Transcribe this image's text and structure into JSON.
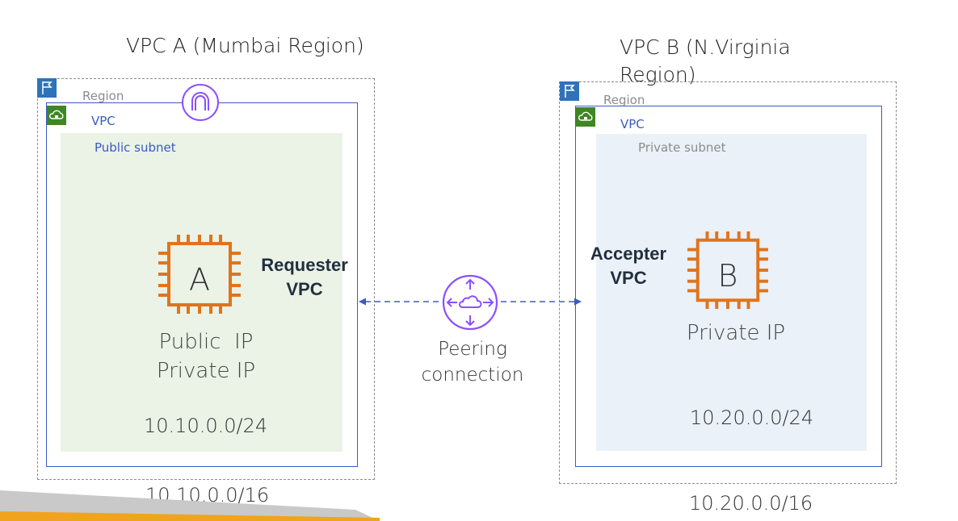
{
  "vpc_a": {
    "title": "VPC A (Mumbai Region)",
    "region_label": "Region",
    "vpc_label": "VPC",
    "subnet_label": "Public subnet",
    "instance_letter": "A",
    "role_line1": "Requester",
    "role_line2": "VPC",
    "ip_line1": "Public  IP",
    "ip_line2": "Private IP",
    "subnet_cidr": "10.10.0.0/24",
    "vpc_cidr": "10.10.0.0/16"
  },
  "vpc_b": {
    "title_line1": "VPC B (N.Virginia",
    "title_line2": "Region)",
    "region_label": "Region",
    "vpc_label": "VPC",
    "subnet_label": "Private subnet",
    "instance_letter": "B",
    "role_line1": "Accepter",
    "role_line2": "VPC",
    "ip_line1": "Private IP",
    "subnet_cidr": "10.20.0.0/24",
    "vpc_cidr": "10.20.0.0/16"
  },
  "peering": {
    "line1": "Peering",
    "line2": "connection"
  },
  "icons": {
    "region": "region-flag-icon",
    "vpc": "vpc-cloud-lock-icon",
    "gateway": "internet-gateway-icon",
    "instance": "ec2-instance-chip-icon",
    "peering": "peering-connection-icon"
  },
  "colors": {
    "region_flag": "#2e73b8",
    "vpc_badge": "#3f8624",
    "vpc_border": "#3b5bc2",
    "public_subnet": "#eaf3e6",
    "private_subnet": "#eaf1f8",
    "ec2_orange": "#e0741d",
    "purple": "#8c4fff",
    "arrow": "#3b5bc2"
  }
}
